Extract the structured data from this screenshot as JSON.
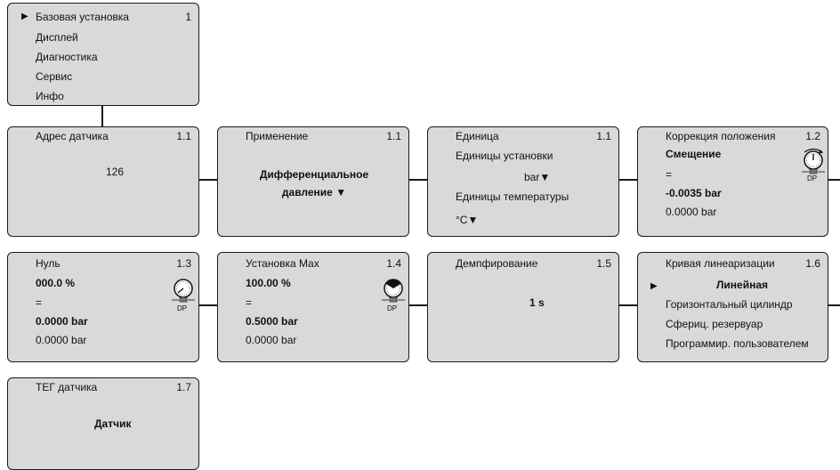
{
  "main_menu": {
    "items": [
      "Базовая установка",
      "Дисплей",
      "Диагностика",
      "Сервис",
      "Инфо"
    ],
    "active_marker": "▶",
    "number": "1"
  },
  "screens": {
    "s1_1a": {
      "title": "Адрес датчика",
      "number": "1.1",
      "value": "126"
    },
    "s1_1b": {
      "title": "Применение",
      "number": "1.1",
      "value_line1": "Дифференциальное",
      "value_line2": "давление ▼"
    },
    "s1_1c": {
      "title": "Единица",
      "number": "1.1",
      "unit_label": "Единицы установки",
      "unit_value": "bar▼",
      "temp_label": "Единицы температуры",
      "temp_value": "°C▼"
    },
    "s1_2": {
      "title": "Коррекция положения",
      "number": "1.2",
      "label": "Смещение",
      "equals": "=",
      "value": "-0.0035 bar",
      "value2": "0.0000 bar",
      "icon_label": "DP"
    },
    "s1_3": {
      "title": "Нуль",
      "number": "1.3",
      "percent": "000.0 %",
      "equals": "=",
      "value": "0.0000 bar",
      "value2": "0.0000 bar",
      "icon_label": "DP"
    },
    "s1_4": {
      "title": "Установка Max",
      "number": "1.4",
      "percent": "100.00 %",
      "equals": "=",
      "value": "0.5000 bar",
      "value2": "0.0000 bar",
      "icon_label": "DP"
    },
    "s1_5": {
      "title": "Демпфирование",
      "number": "1.5",
      "value": "1 s"
    },
    "s1_6": {
      "title": "Кривая линеаризации",
      "number": "1.6",
      "marker": "▶",
      "options": [
        "Линейная",
        "Горизонтальный цилиндр",
        "Сфериц. резервуар",
        "Программир. пользователем"
      ]
    },
    "s1_7": {
      "title": "ТЕГ датчика",
      "number": "1.7",
      "value": "Датчик"
    }
  }
}
